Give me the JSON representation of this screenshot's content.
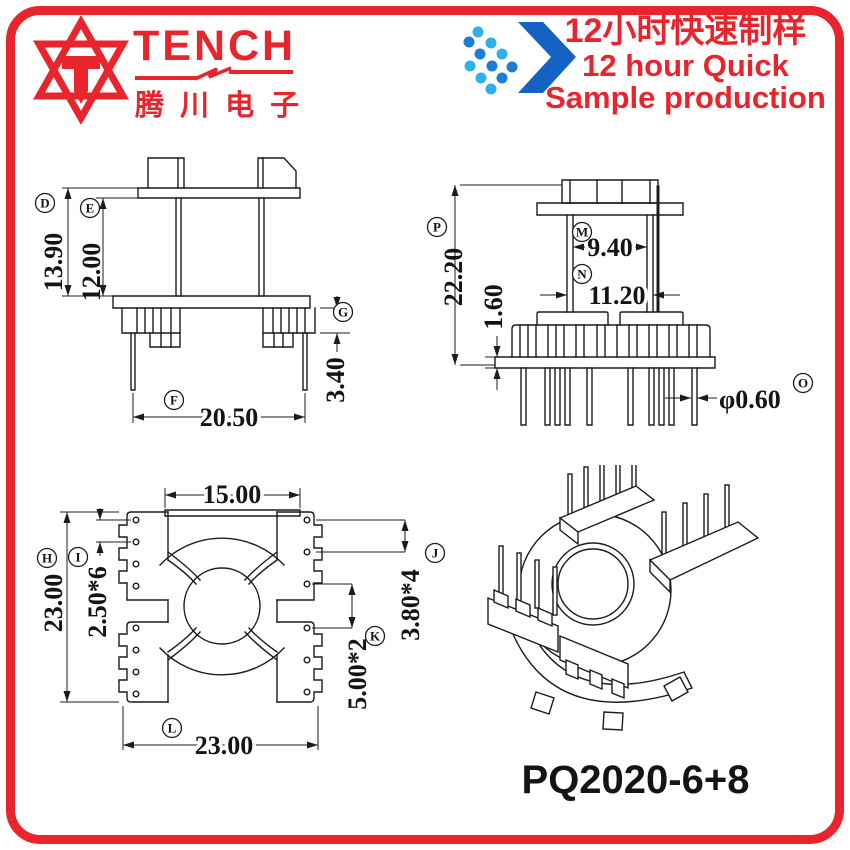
{
  "logo": {
    "name": "TENCH",
    "subtitle": "腾 川 电 子",
    "color": "#e8252c"
  },
  "tagline": {
    "line1": "12小时快速制样",
    "line2": "12 hour Quick",
    "line3": "Sample production",
    "text_color": "#e8252c",
    "arrow_color": "#1362c4",
    "dot_light": "#2fb1e8",
    "dot_dark": "#1b7fd6"
  },
  "part_number": "PQ2020-6+8",
  "views": {
    "side": {
      "label_d": "D",
      "val_d": "13.90",
      "label_e": "E",
      "val_e": "12.00",
      "label_f": "F",
      "val_f": "20.50",
      "label_g": "G",
      "val_g": "3.40"
    },
    "front": {
      "label_p": "P",
      "val_p": "22.20",
      "label_m": "M",
      "val_m": "9.40",
      "label_n": "N",
      "val_n": "11.20",
      "val_t": "1.60",
      "label_o": "O",
      "val_o": "φ0.60"
    },
    "top": {
      "val_w": "15.00",
      "label_h": "H",
      "val_h": "23.00",
      "label_i": "I",
      "val_i": "2.50*6",
      "label_j": "J",
      "val_j": "3.80*4",
      "label_k": "K",
      "val_k": "5.00*2",
      "label_l": "L",
      "val_l": "23.00"
    }
  }
}
